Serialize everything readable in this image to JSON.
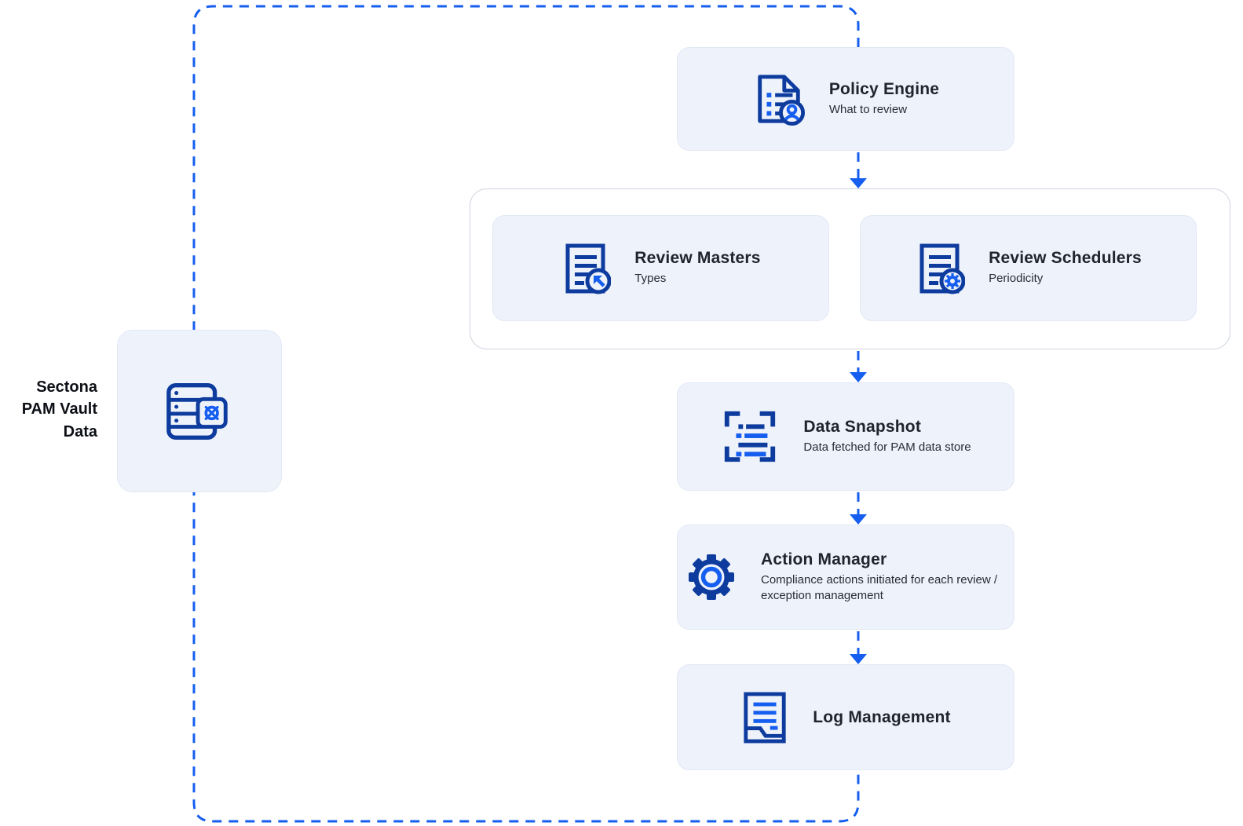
{
  "source": {
    "label_lines": [
      "Sectona",
      "PAM Vault",
      "Data"
    ],
    "icon": "vault-server"
  },
  "nodes": {
    "policy_engine": {
      "title": "Policy Engine",
      "subtitle": "What to review",
      "icon": "document-user"
    },
    "review_masters": {
      "title": "Review Masters",
      "subtitle": "Types",
      "icon": "document-arrow"
    },
    "review_schedulers": {
      "title": "Review Schedulers",
      "subtitle": "Periodicity",
      "icon": "document-gear"
    },
    "data_snapshot": {
      "title": "Data Snapshot",
      "subtitle": "Data fetched for PAM data store",
      "icon": "scan-list"
    },
    "action_manager": {
      "title": "Action Manager",
      "subtitle": "Compliance actions initiated for each review / exception management",
      "icon": "gear"
    },
    "log_management": {
      "title": "Log Management",
      "subtitle": "",
      "icon": "log-document"
    }
  },
  "colors": {
    "accent_blue": "#155EEF",
    "icon_navy": "#0D3C9E",
    "node_fill": "#EEF2FB",
    "node_border": "#E2E8F5",
    "group_border": "#CDD3DE",
    "title_text": "#20242C",
    "subtitle_text": "#272C35"
  }
}
